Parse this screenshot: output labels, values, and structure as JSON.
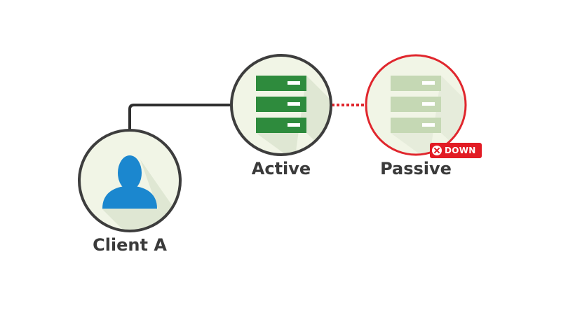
{
  "nodes": {
    "client": {
      "label": "Client A"
    },
    "active": {
      "label": "Active"
    },
    "passive": {
      "label": "Passive",
      "status_badge": "DOWN"
    }
  },
  "connections": [
    {
      "from": "client",
      "to": "active",
      "style": "solid"
    },
    {
      "from": "active",
      "to": "passive",
      "style": "dotted-red"
    }
  ],
  "colors": {
    "node_fill": "#f1f5e6",
    "node_stroke": "#3d3d3d",
    "node_stroke_down": "#e0262d",
    "server_active": "#2e8b3d",
    "server_passive": "#c5d8b4",
    "user_icon": "#1b87cf",
    "link_solid": "#2f2f2f",
    "link_down": "#e0262d",
    "badge": "#e21b24"
  },
  "icons": {
    "client": "person-icon",
    "active": "server-stack-icon",
    "passive": "server-stack-icon",
    "badge": "close-circle-icon"
  }
}
